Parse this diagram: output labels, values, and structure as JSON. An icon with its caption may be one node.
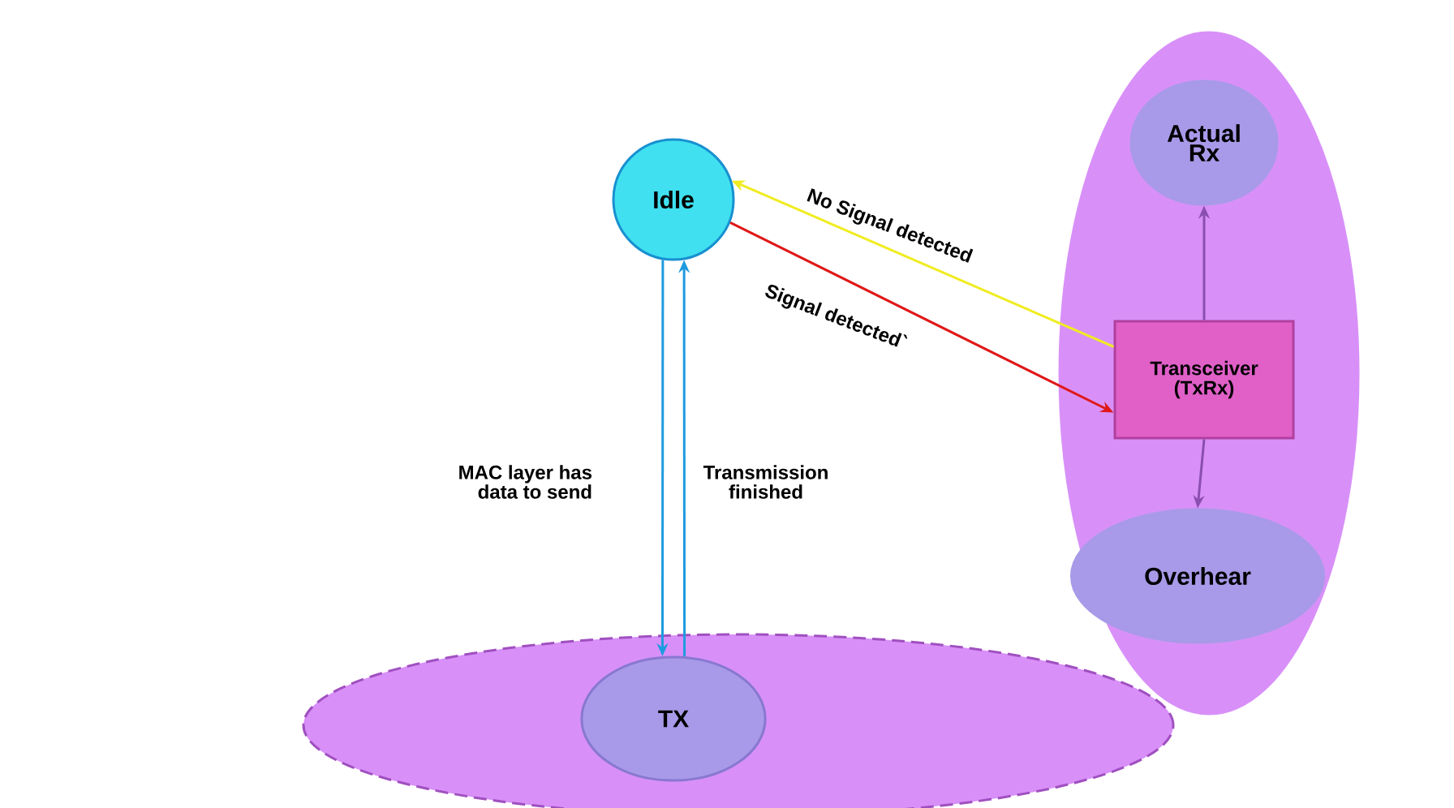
{
  "diagram": {
    "nodes": [
      {
        "text": [
          "Idle"
        ]
      },
      {
        "text": [],
        "shape": "ellipse"
      },
      {
        "text": [
          "Actual Rx"
        ],
        "in": 1
      },
      {
        "text": [
          "Transceiver (TxRx)"
        ],
        "in": 1
      },
      {
        "text": [
          "Overhear"
        ],
        "in": 1
      },
      {
        "text": [],
        "shape": "ellipse"
      },
      {
        "text": [
          "TX"
        ],
        "in": 5
      }
    ],
    "edges": [
      {
        "from": 0,
        "to": 3,
        "arrow": "to",
        "label": "Signal detected`",
        "color": "#e01818"
      },
      {
        "from": 3,
        "to": 0,
        "arrow": "to",
        "label": "No Signal detected",
        "color": "#f0ec20"
      },
      {
        "from": 0,
        "to": 6,
        "arrow": "to",
        "label": "MAC layer has data to send",
        "color": "#1e9be0"
      },
      {
        "from": 6,
        "to": 0,
        "arrow": "to",
        "label": "Transmission finished",
        "color": "#1e9be0"
      },
      {
        "from": 3,
        "to": 2,
        "arrow": "to",
        "color": "#8a4fb0"
      },
      {
        "from": 3,
        "to": 4,
        "arrow": "to",
        "color": "#8a4fb0"
      }
    ]
  }
}
